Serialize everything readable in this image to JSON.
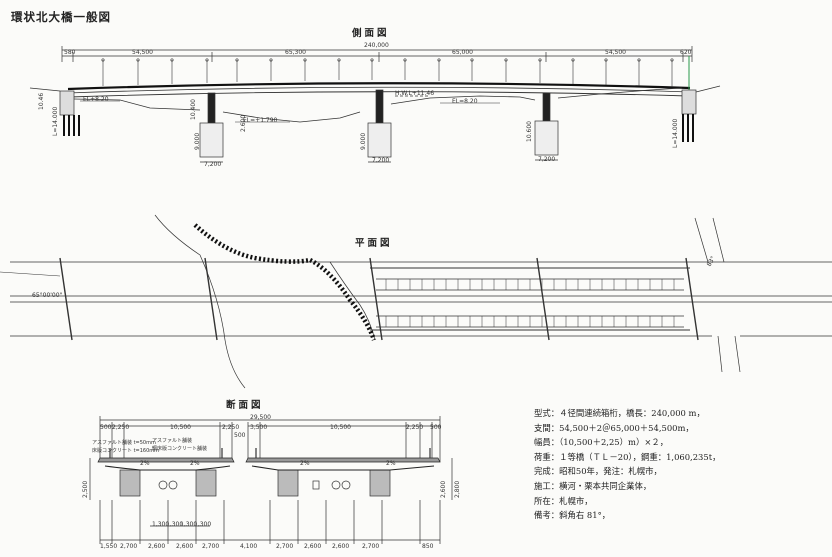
{
  "drawing": {
    "title": "環状北大橋一般図",
    "side_view_title": "側面図",
    "plan_view_title": "平面図",
    "section_view_title": "断面図"
  },
  "side_view": {
    "overall": "240,000",
    "end_left": "580",
    "end_right": "620",
    "spans": [
      "54,500",
      "65,300",
      "65,000",
      "54,500"
    ],
    "levels": [
      "EL+8.20",
      "EL=+1.790",
      "H.W.L+11.46",
      "EL=8.20",
      "10.400",
      "9.000",
      "9.000",
      "10.600"
    ],
    "depths": [
      "L=14.000",
      "L=14.000"
    ],
    "footings": [
      "7,200",
      "7,200",
      "7,200"
    ],
    "misc": [
      "10.46",
      "2.600"
    ]
  },
  "plan_view": {
    "angle": "65°00'00\"",
    "skew_right": "83°"
  },
  "section_view": {
    "widths_top": [
      "500",
      "2,250",
      "10,500",
      "29,500",
      "2,250",
      "500",
      "3,500",
      "10,500",
      "2,250",
      "500"
    ],
    "notes": [
      "アスファルト舗装 t=50mm",
      "床版コンクリート t=160mm",
      "アスファルト舗装",
      "鋼床版コンクリート舗装"
    ],
    "widths_bottom": [
      "1,550",
      "2,700",
      "2,600",
      "2,600",
      "2,700",
      "4,100",
      "2,700",
      "2,600",
      "2,600",
      "2,700",
      "850"
    ],
    "inner": [
      "1,300",
      "1,300",
      "1,300",
      "1,300"
    ],
    "slope": [
      "2%",
      "2%",
      "2%",
      "2%"
    ],
    "heights": [
      "2,500",
      "2,800",
      "2,600"
    ]
  },
  "specifications": [
    "型式：４径間連続箱桁，橋長：240,000 m，",
    "支間：54,500＋2＠65,000＋54,500m，",
    "幅員：（10,500＋2,25）m）×２，",
    "荷重：１等橋（ＴＬ－20），鋼重：1,060,235t，",
    "完成：昭和50年，発注：札幌市，",
    "施工：横河・栗本共同企業体，",
    "所在：札幌市，",
    "備考：斜角右 81°，"
  ]
}
